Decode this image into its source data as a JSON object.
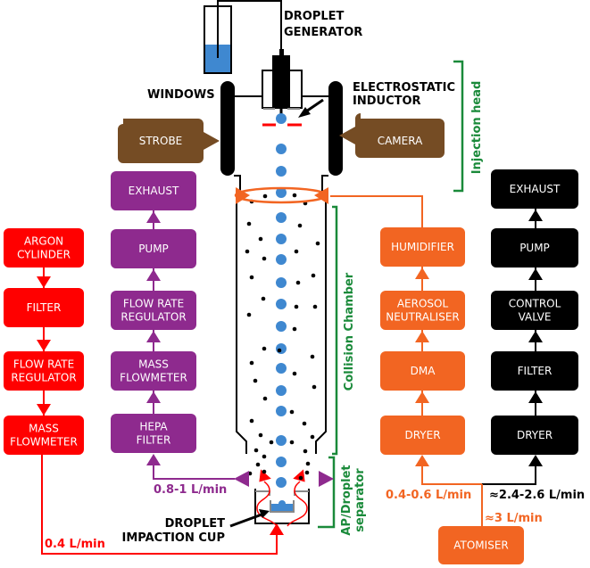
{
  "colors": {
    "argon": "#ff0000",
    "exhaust_line": "#8e2a8e",
    "aerosol": "#f26522",
    "control": "#000000",
    "brown": "#754c24",
    "bracket": "#1a8a3a",
    "droplet": "#3f88d0",
    "liquid": "#3f88d0"
  },
  "labels": {
    "droplet_generator": [
      "DROPLET",
      "GENERATOR"
    ],
    "windows": "WINDOWS",
    "electrostatic_inductor": [
      "ELECTROSTATIC",
      "INDUCTOR"
    ],
    "droplet_impaction_cup": [
      "DROPLET",
      "IMPACTION CUP"
    ]
  },
  "side_boxes": {
    "strobe": "STROBE",
    "camera": "CAMERA"
  },
  "brackets": {
    "injection_head": "Injection head",
    "collision_chamber": "Collision Chamber",
    "ap_separator": [
      "AP/Droplet",
      "separator"
    ]
  },
  "argon_chain": [
    [
      "ARGON",
      "CYLINDER"
    ],
    [
      "FILTER"
    ],
    [
      "FLOW RATE",
      "REGULATOR"
    ],
    [
      "MASS",
      "FLOWMETER"
    ]
  ],
  "exhaust_chain": [
    [
      "EXHAUST"
    ],
    [
      "PUMP"
    ],
    [
      "FLOW RATE",
      "REGULATOR"
    ],
    [
      "MASS",
      "FLOWMETER"
    ],
    [
      "HEPA",
      "FILTER"
    ]
  ],
  "aerosol_chain": [
    [
      "HUMIDIFIER"
    ],
    [
      "AEROSOL",
      "NEUTRALISER"
    ],
    [
      "DMA"
    ],
    [
      "DRYER"
    ]
  ],
  "control_chain": [
    [
      "EXHAUST"
    ],
    [
      "PUMP"
    ],
    [
      "CONTROL",
      "VALVE"
    ],
    [
      "FILTER"
    ],
    [
      "DRYER"
    ]
  ],
  "atomiser": "ATOMISER",
  "flows": {
    "argon": "0.4 L/min",
    "exhaust": "0.8-1 L/min",
    "aerosol": "0.4-0.6 L/min",
    "control": "≈2.4-2.6 L/min",
    "atomiser": "≈3 L/min"
  }
}
